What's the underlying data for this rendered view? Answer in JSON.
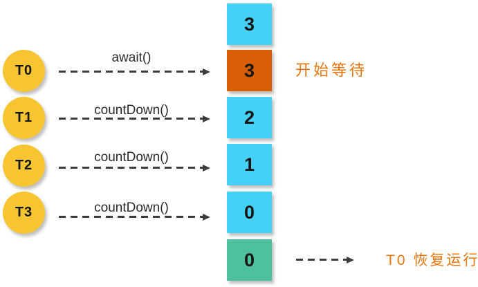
{
  "diagram": {
    "threads": [
      {
        "label": "T0",
        "method": "await()"
      },
      {
        "label": "T1",
        "method": "countDown()"
      },
      {
        "label": "T2",
        "method": "countDown()"
      },
      {
        "label": "T3",
        "method": "countDown()"
      }
    ],
    "latch": {
      "boxes": [
        {
          "value": "3",
          "state": "idle"
        },
        {
          "value": "3",
          "state": "waiting"
        },
        {
          "value": "2",
          "state": "idle"
        },
        {
          "value": "1",
          "state": "idle"
        },
        {
          "value": "0",
          "state": "idle"
        },
        {
          "value": "0",
          "state": "released"
        }
      ]
    },
    "annotations": {
      "start_waiting": "开始等待",
      "resume": "T0 恢复运行"
    },
    "colors": {
      "thread-fill": "#F7C531",
      "box-idle": "#45D1F5",
      "box-waiting": "#D85F06",
      "box-released": "#4FC09E",
      "annotation": "#E9750C",
      "arrow": "#3C3C3C"
    }
  }
}
